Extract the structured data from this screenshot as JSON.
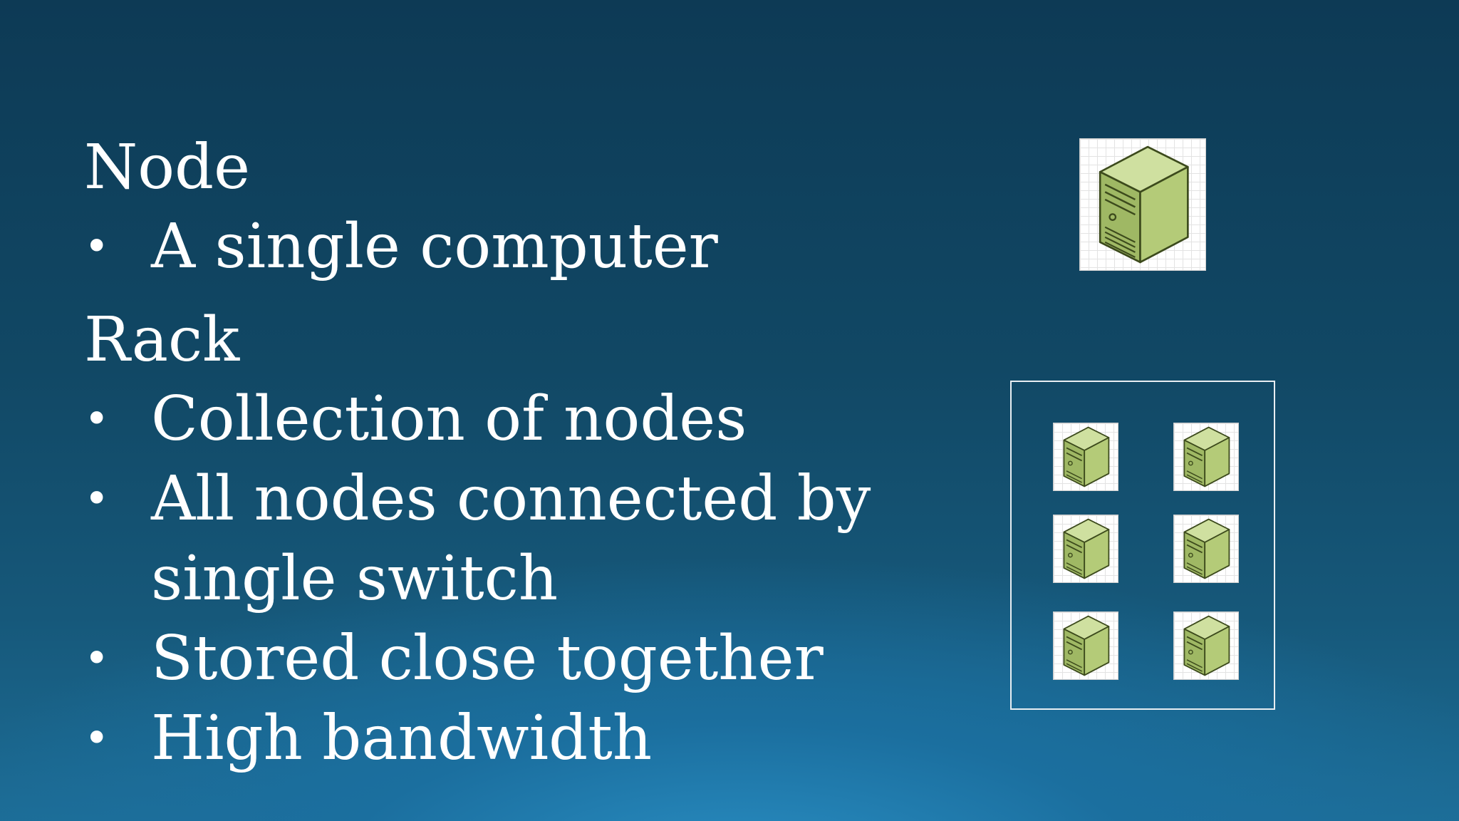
{
  "slide": {
    "node": {
      "heading": "Node",
      "bullets": [
        "A single computer"
      ]
    },
    "rack": {
      "heading": "Rack",
      "bullets": [
        "Collection of nodes",
        "All nodes connected by",
        "single switch",
        "Stored close together",
        "High bandwidth"
      ]
    }
  },
  "icons": {
    "single_node": "server-icon",
    "rack_nodes": "server-icon",
    "rack_node_count": 6
  },
  "colors": {
    "background_top": "#0d3a55",
    "background_bottom": "#1d6d96",
    "text": "#ffffff",
    "server_green": "#a9c06c"
  }
}
